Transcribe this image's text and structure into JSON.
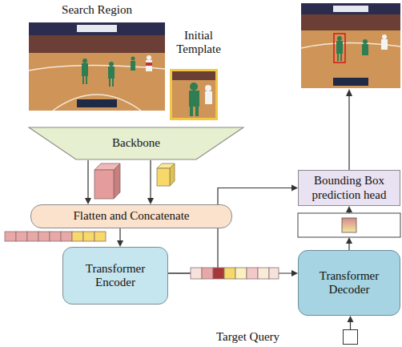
{
  "diagram": {
    "nodes": [
      {
        "text": [
          "Search Region"
        ]
      },
      {
        "text": [
          "Initial Template"
        ]
      },
      {
        "text": [
          "Backbone"
        ]
      },
      {
        "text": [
          "Flatten and Concatenate"
        ]
      },
      {
        "text": [
          "Transformer Encoder"
        ]
      },
      {
        "text": [
          "Transformer Decoder"
        ]
      },
      {
        "text": [
          "Bounding Box prediction head"
        ]
      },
      {
        "text": [
          "Target Query"
        ]
      }
    ],
    "edges": [
      {
        "from": 2,
        "to": 3,
        "arrow": "to"
      },
      {
        "from": 2,
        "to": 3,
        "arrow": "to"
      },
      {
        "from": 3,
        "to": 4,
        "arrow": "to"
      },
      {
        "from": 4,
        "to": 5,
        "arrow": "to"
      },
      {
        "from": 4,
        "to": 6,
        "arrow": "to"
      },
      {
        "from": 5,
        "to": 6,
        "arrow": "to"
      },
      {
        "from": 7,
        "to": 5,
        "arrow": "to"
      }
    ]
  }
}
